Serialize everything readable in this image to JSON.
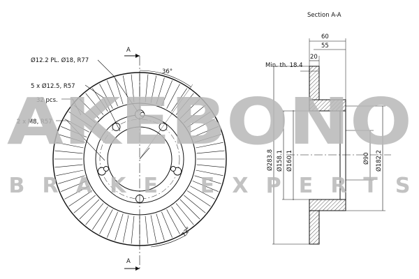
{
  "section_title": "Section A-A",
  "section_marker": "A",
  "front_view": {
    "callouts": [
      "Ø12.2 PL. Ø18, R77",
      "5 x Ø12.5, R57",
      "32 pcs.",
      "2 x M8, R57"
    ],
    "angle_label": "36°",
    "vane_angle_label": "72°"
  },
  "section_view": {
    "min_thickness": "Min. th. 18.4",
    "width_dims": [
      "60",
      "55",
      "20"
    ],
    "diameters_left": [
      "Ø283.8",
      "Ø158.1",
      "Ø160.1"
    ],
    "diameters_right": [
      "Ø90",
      "Ø182.2"
    ]
  },
  "watermark": {
    "brand": "AKEBONO",
    "tagline": "BRAKE EXPERTS",
    "color": "#b8b8b8"
  }
}
